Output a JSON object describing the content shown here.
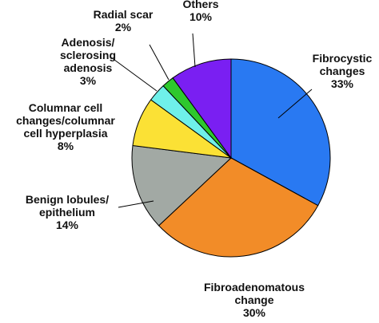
{
  "chart_data": {
    "type": "pie",
    "title": "",
    "slices": [
      {
        "label_lines": [
          "Fibrocystic",
          "changes",
          "33%"
        ],
        "value": 33,
        "color": "#2979f2"
      },
      {
        "label_lines": [
          "Fibroadenomatous",
          "change",
          "30%"
        ],
        "value": 30,
        "color": "#f28c28"
      },
      {
        "label_lines": [
          "Benign lobules/",
          "epithelium",
          "14%"
        ],
        "value": 14,
        "color": "#a2a9a4"
      },
      {
        "label_lines": [
          "Columnar cell",
          "changes/columnar",
          "cell hyperplasia",
          "8%"
        ],
        "value": 8,
        "color": "#fbe135"
      },
      {
        "label_lines": [
          "Adenosis/",
          "sclerosing",
          "adenosis",
          "3%"
        ],
        "value": 3,
        "color": "#6ff0ea"
      },
      {
        "label_lines": [
          "Radial scar",
          "2%"
        ],
        "value": 2,
        "color": "#2ec82e"
      },
      {
        "label_lines": [
          "Others",
          "10%"
        ],
        "value": 10,
        "color": "#7a1ff2"
      }
    ],
    "legend": "none",
    "start": "top, clockwise"
  }
}
